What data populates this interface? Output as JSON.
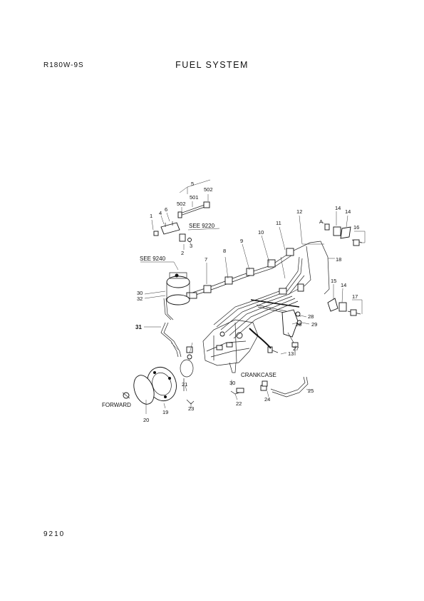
{
  "header": {
    "model": "R180W-9S",
    "title": "FUEL SYSTEM"
  },
  "footer": {
    "page_number": "9210"
  },
  "callouts": {
    "c1": "1",
    "c2": "2",
    "c3": "3",
    "c4": "4",
    "c5": "5",
    "c6": "6",
    "c501": "501",
    "c502a": "502",
    "c502b": "502",
    "c7": "7",
    "c8": "8",
    "c9": "9",
    "c10": "10",
    "c11": "11",
    "c12": "12",
    "c13": "13",
    "c14a": "14",
    "c14b": "14",
    "c14c": "14",
    "c15": "15",
    "c16": "16",
    "c17": "17",
    "c18": "18",
    "c19": "19",
    "c20": "20",
    "c21": "21",
    "c22": "22",
    "c23": "23",
    "c24": "24",
    "c25": "25",
    "c26": "26",
    "c27": "27",
    "c28": "28",
    "c29": "29",
    "c30a": "30",
    "c30b": "30",
    "c31": "31",
    "c32": "32",
    "cA": "A"
  },
  "references": {
    "see_9220": "SEE 9220",
    "see_9240": "SEE 9240"
  },
  "notes": {
    "crankcase": "CRANKCASE",
    "forward": "FORWARD"
  }
}
